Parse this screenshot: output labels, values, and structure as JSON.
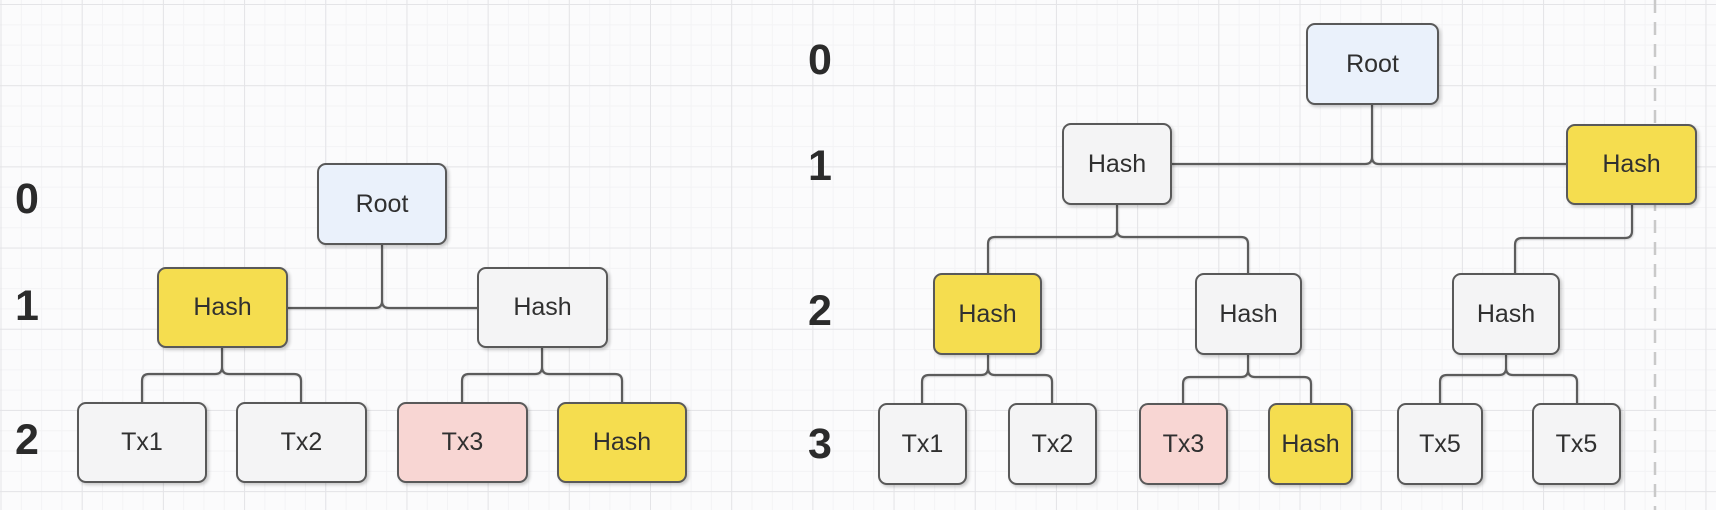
{
  "palette": {
    "canvas_bg": "#fbfbfc",
    "grid_minor": "#f3f3f5",
    "grid_major": "#e4e4e7",
    "page_break": "#c9c9c9",
    "node_border": "#595959",
    "node_text": "#303030",
    "edge_color": "#5c5c5c",
    "root_fill": "#eaf1fb",
    "hash_fill": "#f5dd4f",
    "plain_fill": "#f4f4f5",
    "tx_fill": "#f8d6d3",
    "level_label": "#2b2b2b"
  },
  "left_tree": {
    "level_labels": [
      "0",
      "1",
      "2"
    ],
    "nodes": [
      {
        "id": "root",
        "label": "Root",
        "kind": "root",
        "level": 0
      },
      {
        "id": "hash-l1-left",
        "label": "Hash",
        "kind": "highlight",
        "level": 1
      },
      {
        "id": "hash-l1-right",
        "label": "Hash",
        "kind": "plain",
        "level": 1
      },
      {
        "id": "tx1",
        "label": "Tx1",
        "kind": "plain",
        "level": 2
      },
      {
        "id": "tx2",
        "label": "Tx2",
        "kind": "plain",
        "level": 2
      },
      {
        "id": "tx3",
        "label": "Tx3",
        "kind": "tx",
        "level": 2
      },
      {
        "id": "hash-l2-right",
        "label": "Hash",
        "kind": "highlight",
        "level": 2
      }
    ]
  },
  "right_tree": {
    "level_labels": [
      "0",
      "1",
      "2",
      "3"
    ],
    "nodes": [
      {
        "id": "root",
        "label": "Root",
        "kind": "root",
        "level": 0
      },
      {
        "id": "hash-l1-left",
        "label": "Hash",
        "kind": "plain",
        "level": 1
      },
      {
        "id": "hash-l1-right",
        "label": "Hash",
        "kind": "highlight",
        "level": 1
      },
      {
        "id": "hash-l2-left",
        "label": "Hash",
        "kind": "highlight",
        "level": 2
      },
      {
        "id": "hash-l2-mid",
        "label": "Hash",
        "kind": "plain",
        "level": 2
      },
      {
        "id": "hash-l2-right",
        "label": "Hash",
        "kind": "plain",
        "level": 2
      },
      {
        "id": "tx1",
        "label": "Tx1",
        "kind": "plain",
        "level": 3
      },
      {
        "id": "tx2",
        "label": "Tx2",
        "kind": "plain",
        "level": 3
      },
      {
        "id": "tx3",
        "label": "Tx3",
        "kind": "tx",
        "level": 3
      },
      {
        "id": "hash-l3",
        "label": "Hash",
        "kind": "highlight",
        "level": 3
      },
      {
        "id": "tx5-a",
        "label": "Tx5",
        "kind": "plain",
        "level": 3
      },
      {
        "id": "tx5-b",
        "label": "Tx5",
        "kind": "plain",
        "level": 3
      }
    ]
  }
}
